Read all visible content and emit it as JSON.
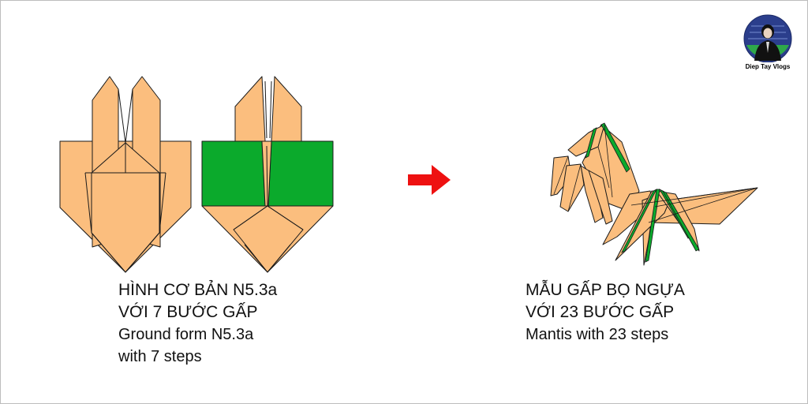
{
  "left_caption": {
    "line1": "HÌNH CƠ BẢN N5.3a",
    "line2": "VỚI 7 BƯỚC GẤP",
    "line3": "Ground form N5.3a",
    "line4": "with 7 steps"
  },
  "right_caption": {
    "line1": "MẪU GẤP BỌ NGỰA",
    "line2": "VỚI 23 BƯỚC GẤP",
    "line3": "Mantis with 23 steps"
  },
  "logo": {
    "name": "Diep Tay Vlogs"
  },
  "colors": {
    "paper": "#FBBE7E",
    "paper_back": "#0BAA2C",
    "arrow": "#EE1111",
    "outline": "#1A1A1A"
  },
  "icons": {
    "arrow": "right-arrow-icon",
    "logo": "channel-logo-icon"
  }
}
